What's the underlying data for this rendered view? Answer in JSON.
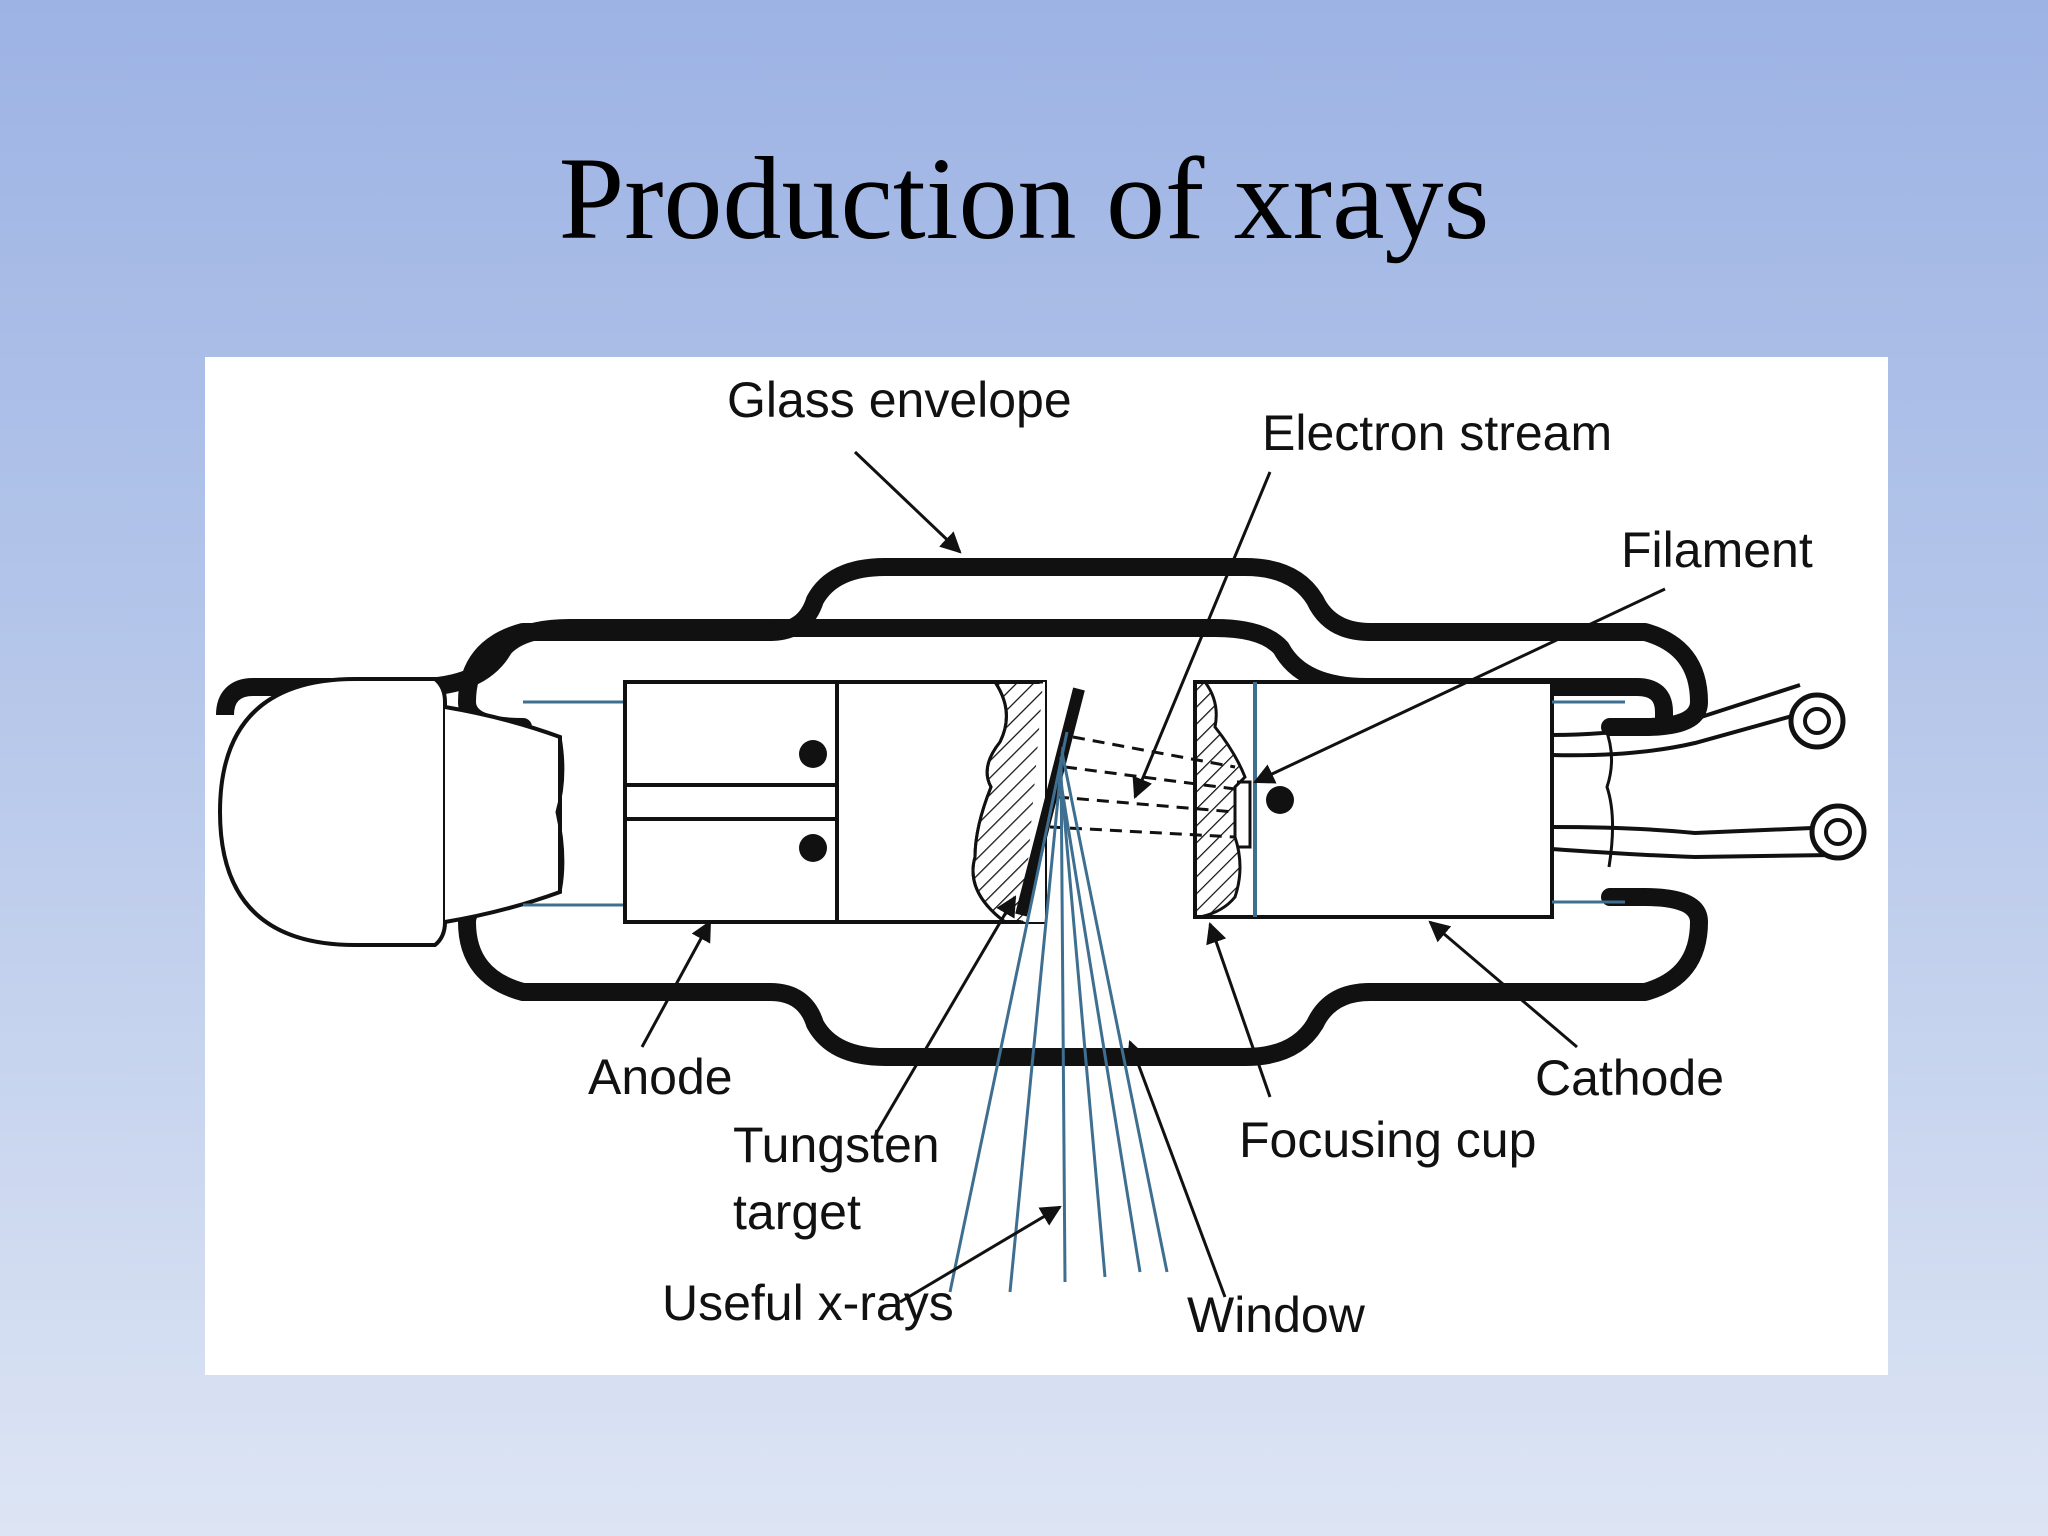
{
  "slide": {
    "title": "Production of xrays"
  },
  "diagram": {
    "labels": {
      "glass_envelope": "Glass envelope",
      "electron_stream": "Electron stream",
      "filament": "Filament",
      "anode": "Anode",
      "cathode": "Cathode",
      "tungsten_target_line1": "Tungsten",
      "tungsten_target_line2": "target",
      "focusing_cup": "Focusing cup",
      "useful_xrays": "Useful x-rays",
      "window": "Window"
    },
    "colors": {
      "outline": "#111111",
      "xray_lines": "#3f6f90",
      "background": "#ffffff"
    }
  }
}
